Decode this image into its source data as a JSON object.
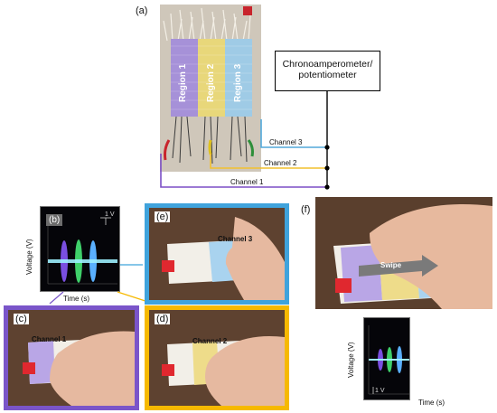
{
  "panels": {
    "a": "(a)",
    "b": "(b)",
    "c": "(c)",
    "d": "(d)",
    "e": "(e)",
    "f": "(f)"
  },
  "instrument": {
    "line1": "Chronoamperometer/",
    "line2": "potentiometer"
  },
  "textile_regions": [
    "Region 1",
    "Region 2",
    "Region 3"
  ],
  "channels": {
    "ch1": "Channel 1",
    "ch2": "Channel 2",
    "ch3": "Channel 3"
  },
  "scope_b": {
    "scale": "1 V",
    "ylabel": "Voltage (V)",
    "xlabel": "Time (s)"
  },
  "photo_labels": {
    "e": "Channel 3",
    "d": "Channel 2",
    "c": "Channel 1",
    "f": "Swipe"
  },
  "scope_f": {
    "scale": "1 V",
    "ylabel": "Voltage (V)",
    "xlabel": "Time (s)"
  },
  "colors": {
    "channel1": "#7b4fc6",
    "channel2": "#f2c12e",
    "channel3": "#52a9da",
    "frame_c": "#7a55c9",
    "frame_d": "#f6b900",
    "frame_e": "#3fa3dc"
  }
}
